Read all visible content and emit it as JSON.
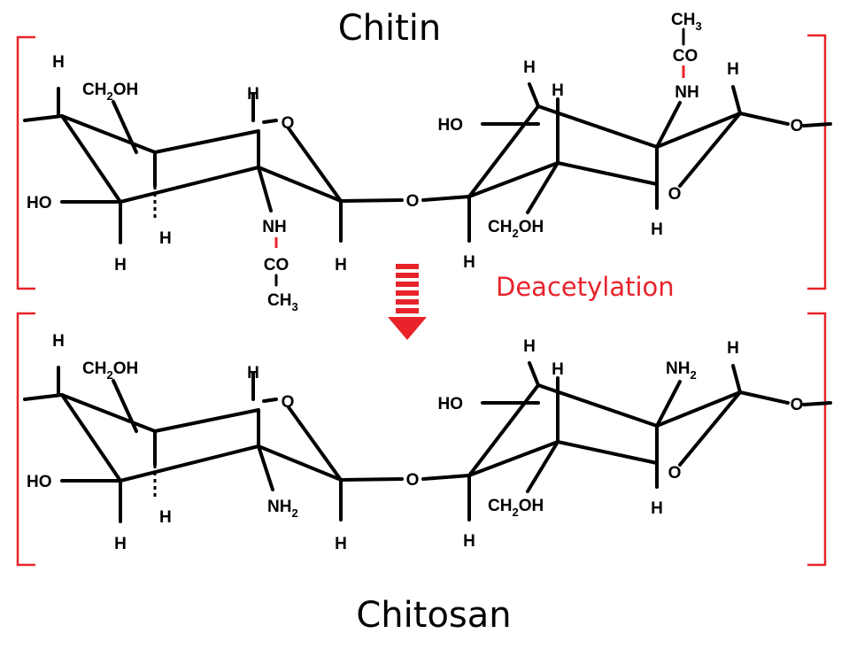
{
  "diagram": {
    "top_title": "Chitin",
    "bottom_title": "Chitosan",
    "process_label": "Deacetylation",
    "colors": {
      "accent": "#e8232a",
      "text": "#000000"
    },
    "atoms": {
      "H": "H",
      "O": "O",
      "HO": "HO",
      "CH2OH_base": "CH",
      "CH2OH_sub": "2",
      "CH2OH_tail": "OH",
      "NH": "NH",
      "CO": "CO",
      "CH3_base": "CH",
      "CH3_sub": "3",
      "NH2_base": "NH",
      "NH2_sub": "2"
    }
  }
}
